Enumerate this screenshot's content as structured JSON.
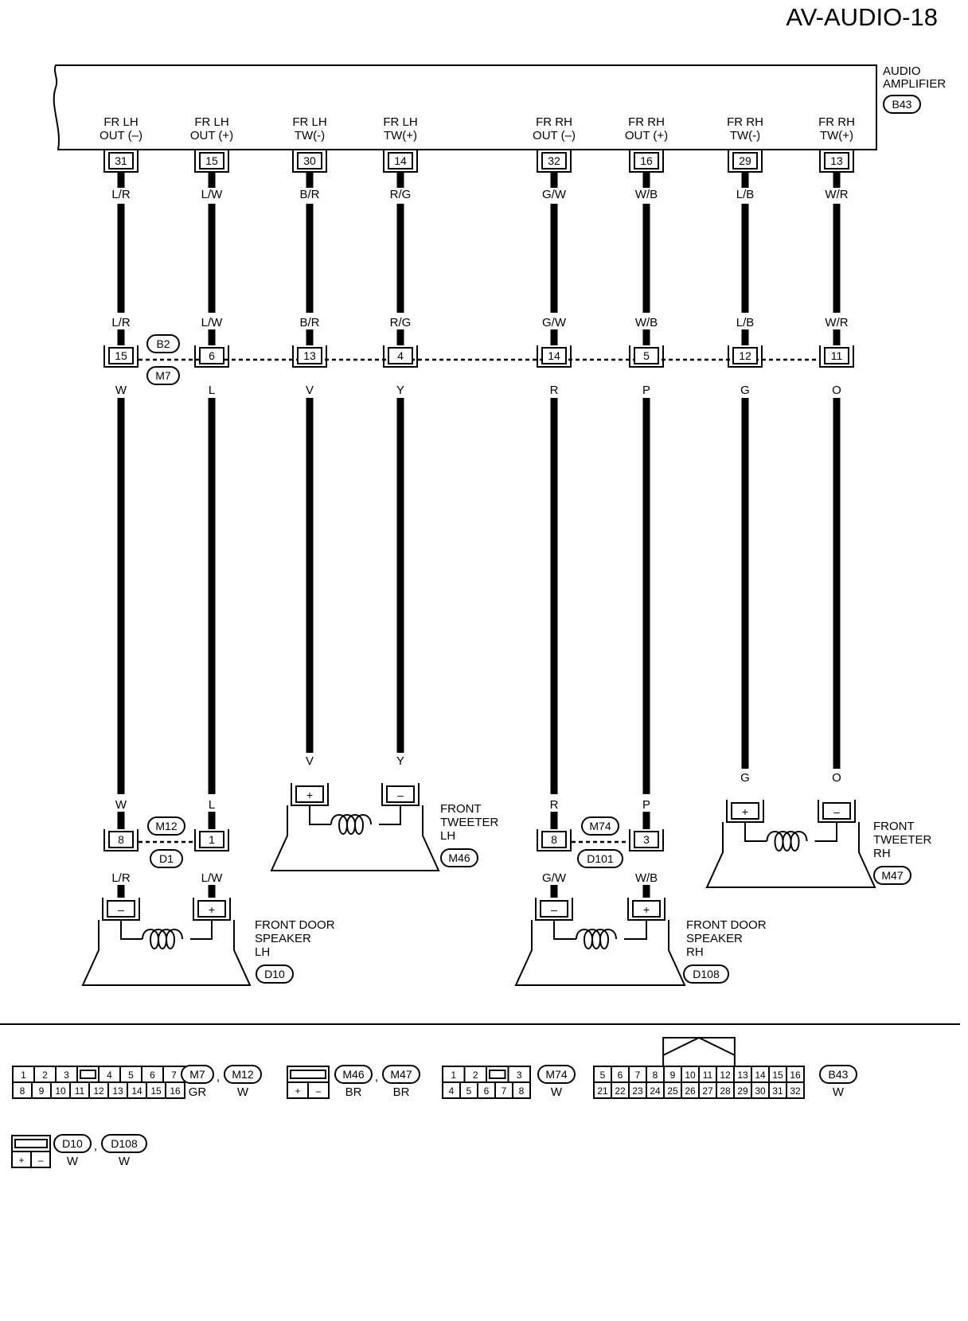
{
  "page_code": "AV-AUDIO-18",
  "amplifier": {
    "name": [
      "AUDIO",
      "AMPLIFIER"
    ],
    "connector": "B43",
    "terminals": [
      {
        "label": [
          "FR LH",
          "OUT (–)"
        ],
        "pin": "31",
        "color_top": "L/R"
      },
      {
        "label": [
          "FR LH",
          "OUT (+)"
        ],
        "pin": "15",
        "color_top": "L/W"
      },
      {
        "label": [
          "FR LH",
          "TW(-)"
        ],
        "pin": "30",
        "color_top": "B/R"
      },
      {
        "label": [
          "FR LH",
          "TW(+)"
        ],
        "pin": "14",
        "color_top": "R/G"
      },
      {
        "label": [
          "FR RH",
          "OUT (–)"
        ],
        "pin": "32",
        "color_top": "G/W"
      },
      {
        "label": [
          "FR RH",
          "OUT (+)"
        ],
        "pin": "16",
        "color_top": "W/B"
      },
      {
        "label": [
          "FR RH",
          "TW(-)"
        ],
        "pin": "29",
        "color_top": "L/B"
      },
      {
        "label": [
          "FR RH",
          "TW(+)"
        ],
        "pin": "13",
        "color_top": "W/R"
      }
    ]
  },
  "joint_connector": {
    "id_top": "B2",
    "id_bottom": "M7",
    "wires": [
      {
        "color_above": "L/R",
        "pin": "15",
        "color_below": "W"
      },
      {
        "color_above": "L/W",
        "pin": "6",
        "color_below": "L"
      },
      {
        "color_above": "B/R",
        "pin": "13",
        "color_below": "V"
      },
      {
        "color_above": "R/G",
        "pin": "4",
        "color_below": "Y"
      },
      {
        "color_above": "G/W",
        "pin": "14",
        "color_below": "R"
      },
      {
        "color_above": "W/B",
        "pin": "5",
        "color_below": "P"
      },
      {
        "color_above": "L/B",
        "pin": "12",
        "color_below": "G"
      },
      {
        "color_above": "W/R",
        "pin": "11",
        "color_below": "O"
      }
    ]
  },
  "door_lh": {
    "joint_top": "M12",
    "joint_bottom": "D1",
    "wire_color_above": [
      "W",
      "L"
    ],
    "pins": [
      "8",
      "1"
    ],
    "wire_color_below": [
      "L/R",
      "L/W"
    ],
    "terminals": [
      "–",
      "+"
    ],
    "name": [
      "FRONT DOOR",
      "SPEAKER",
      "LH"
    ],
    "connector": "D10"
  },
  "door_rh": {
    "joint_top": "M74",
    "joint_bottom": "D101",
    "wire_color_above": [
      "R",
      "P"
    ],
    "pins": [
      "8",
      "3"
    ],
    "wire_color_below": [
      "G/W",
      "W/B"
    ],
    "terminals": [
      "–",
      "+"
    ],
    "name": [
      "FRONT DOOR",
      "SPEAKER",
      "RH"
    ],
    "connector": "D108"
  },
  "tweeter_lh": {
    "wire_colors": [
      "V",
      "Y"
    ],
    "terminals": [
      "+",
      "–"
    ],
    "name": [
      "FRONT",
      "TWEETER",
      "LH"
    ],
    "connector": "M46"
  },
  "tweeter_rh": {
    "wire_colors": [
      "G",
      "O"
    ],
    "terminals": [
      "+",
      "–"
    ],
    "name": [
      "FRONT",
      "TWEETER",
      "RH"
    ],
    "connector": "M47"
  },
  "connector_views": [
    {
      "top_row": [
        "1",
        "2",
        "3",
        "",
        "4",
        "5",
        "6",
        "7"
      ],
      "bottom_row": [
        "8",
        "9",
        "10",
        "11",
        "12",
        "13",
        "14",
        "15",
        "16"
      ],
      "ids": [
        {
          "id": "M7",
          "color": "GR"
        },
        {
          "id": "M12",
          "color": "W"
        }
      ]
    },
    {
      "top_row": [
        ""
      ],
      "bottom_row": [
        "+",
        "–"
      ],
      "ids": [
        {
          "id": "M46",
          "color": "BR"
        },
        {
          "id": "M47",
          "color": "BR"
        }
      ]
    },
    {
      "top_row": [
        "1",
        "2",
        "",
        "3"
      ],
      "bottom_row": [
        "4",
        "5",
        "6",
        "7",
        "8"
      ],
      "ids": [
        {
          "id": "M74",
          "color": "W"
        }
      ]
    },
    {
      "top_row": [
        "5",
        "6",
        "7",
        "8",
        "9",
        "10",
        "11",
        "12",
        "13",
        "14",
        "15",
        "16"
      ],
      "bottom_row": [
        "21",
        "22",
        "23",
        "24",
        "25",
        "26",
        "27",
        "28",
        "29",
        "30",
        "31",
        "32"
      ],
      "ids": [
        {
          "id": "B43",
          "color": "W"
        }
      ]
    },
    {
      "top_row": [
        ""
      ],
      "bottom_row": [
        "+",
        "–"
      ],
      "ids": [
        {
          "id": "D10",
          "color": "W"
        },
        {
          "id": "D108",
          "color": "W"
        }
      ]
    }
  ]
}
